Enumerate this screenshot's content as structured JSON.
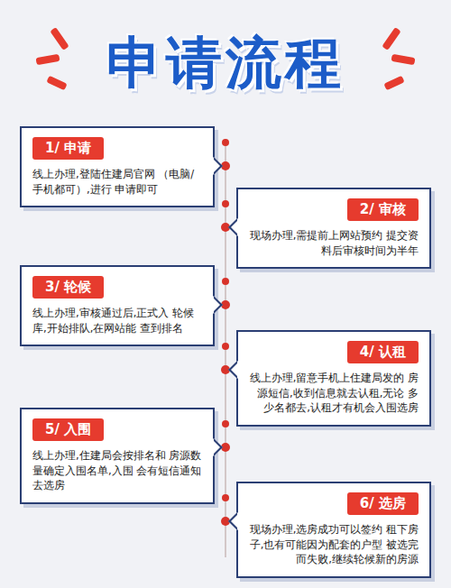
{
  "diagram": {
    "title": "申请流程",
    "nodes": [
      {
        "text": [
          "1/ 申请",
          "线上办理,登陆住建局官网 （电脑/手机都可）,进行 申请即可"
        ]
      },
      {
        "text": [
          "2/ 审核",
          "现场办理,需提前上网站预约 提交资料后审核时间为半年"
        ]
      },
      {
        "text": [
          "3/ 轮候",
          "线上办理,审核通过后,正式入 轮候库,开始排队,在网站能 查到排名"
        ]
      },
      {
        "text": [
          "4/ 认租",
          "线上办理,留意手机上住建局发的 房源短信,收到信息就去认租,无论 多少名都去,认租才有机会入围选房"
        ]
      },
      {
        "text": [
          "5/ 入围",
          "线上办理,住建局会按排名和 房源数量确定入围名单,入围 会有短信通知去选房"
        ]
      },
      {
        "text": [
          "6/ 选房",
          "现场办理,选房成功可以签约 租下房子,也有可能因为配套的户型 被选完而失败,继续轮候新的房源"
        ]
      }
    ]
  }
}
